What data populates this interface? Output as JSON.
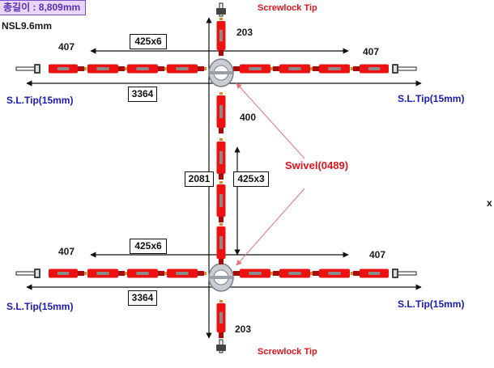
{
  "title": {
    "total_length": "총길이 : 8,809mm",
    "spec": "NSL9.6mm"
  },
  "labels": {
    "screwlock_tip": "Screwlock Tip",
    "sl_tip": "S.L.Tip(15mm)",
    "swivel": "Swivel(0489)",
    "stray_x": "x"
  },
  "dimensions": {
    "end_link": "407",
    "top_link": "203",
    "bottom_link": "203",
    "center_link": "400",
    "horizontal_segment": "425x6",
    "horizontal_total": "3364",
    "vertical_total": "2081",
    "vertical_segment": "425x3"
  },
  "colors": {
    "link_fill": "#ee1111",
    "link_dark": "#a80b0b",
    "accent_gold": "#d98b1e",
    "label_blue": "#1a1ab4",
    "label_red": "#d9141c",
    "pointer": "#e8737a",
    "title_bg": "#e9d7fb"
  }
}
